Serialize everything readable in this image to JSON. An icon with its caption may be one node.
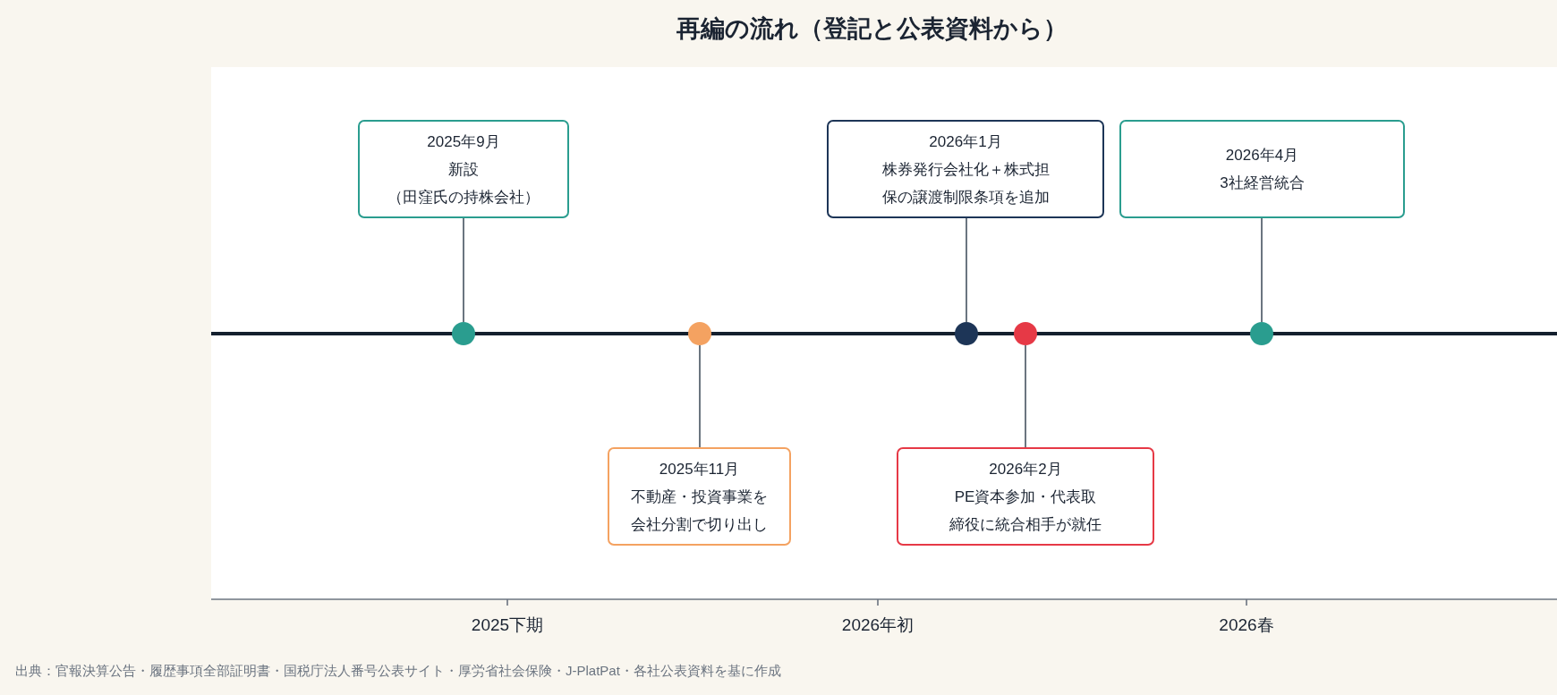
{
  "diagram": {
    "title": "再編の流れ（登記と公表資料から）",
    "nodes": [
      {
        "text": [
          "2025年9月",
          "新設",
          "（田窪氏の持株会社）"
        ]
      },
      {
        "text": [],
        "shape": "circle"
      },
      {
        "text": [
          "2025年11月",
          "不動産・投資事業を会社分割で切り出し"
        ]
      },
      {
        "text": [],
        "shape": "circle"
      },
      {
        "text": [
          "2026年1月",
          "株券発行会社化＋株式担保の譲渡制限条項を追加"
        ]
      },
      {
        "text": [],
        "shape": "circle"
      },
      {
        "text": [
          "2026年2月",
          "PE資本参加・代表取締役に統合相手が就任"
        ]
      },
      {
        "text": [],
        "shape": "circle"
      },
      {
        "text": [
          "2026年4月",
          "3社経営統合"
        ]
      },
      {
        "text": [],
        "shape": "circle"
      }
    ],
    "edges": [
      {
        "from": 0,
        "to": 1,
        "arrow": "none"
      },
      {
        "from": 2,
        "to": 3,
        "arrow": "none"
      },
      {
        "from": 4,
        "to": 5,
        "arrow": "none"
      },
      {
        "from": 6,
        "to": 7,
        "arrow": "none"
      },
      {
        "from": 8,
        "to": 9,
        "arrow": "none"
      }
    ],
    "labels": [
      "2025下期",
      "2026年初",
      "2026春",
      "出典：官報決算公告・履歴事項全部証明書・国税庁法人番号公表サイト・厚労省社会保険・J-PlatPat・各社公表資料を基に作成"
    ]
  }
}
